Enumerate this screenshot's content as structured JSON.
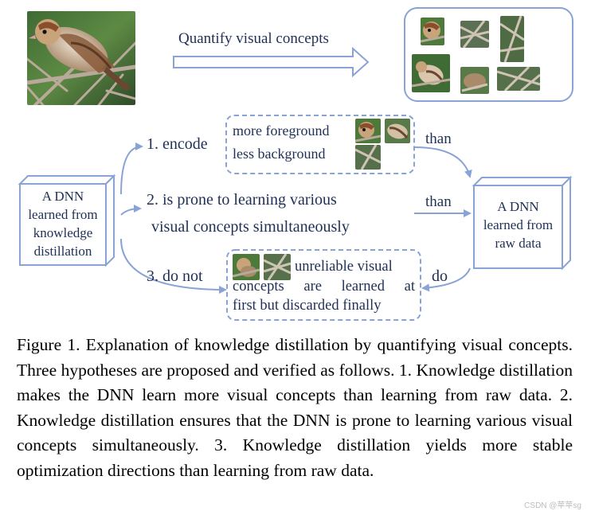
{
  "top": {
    "arrow_label": "Quantify visual concepts"
  },
  "left_box": {
    "lines": [
      "A DNN",
      "learned from",
      "knowledge",
      "distillation"
    ]
  },
  "right_box": {
    "lines": [
      "A DNN",
      "learned from",
      "raw data"
    ]
  },
  "hypotheses": [
    {
      "label": "1. encode",
      "box_lines": [
        "more foreground",
        "less background"
      ],
      "connector": "than"
    },
    {
      "label_lines": [
        "2. is prone to learning various",
        "visual concepts simultaneously"
      ],
      "connector": "than"
    },
    {
      "label": "3. do not",
      "box_lines": [
        "unreliable visual",
        "concepts are learned at",
        "first but discarded finally"
      ],
      "connector": "do"
    }
  ],
  "caption": "Figure 1. Explanation of knowledge distillation by quantifying visual concepts. Three hypotheses are proposed and verified as follows. 1. Knowledge distillation makes the DNN learn more visual concepts than learning from raw data. 2. Knowledge distillation ensures that the DNN is prone to learning various visual concepts simultaneously. 3. Knowledge distillation yields more stable optimization directions than learning from raw data.",
  "watermark": "CSDN @苹苹sg",
  "colors": {
    "line": "#8aa3d6",
    "text": "#1f2f55",
    "box_fill": "#ffffff"
  }
}
